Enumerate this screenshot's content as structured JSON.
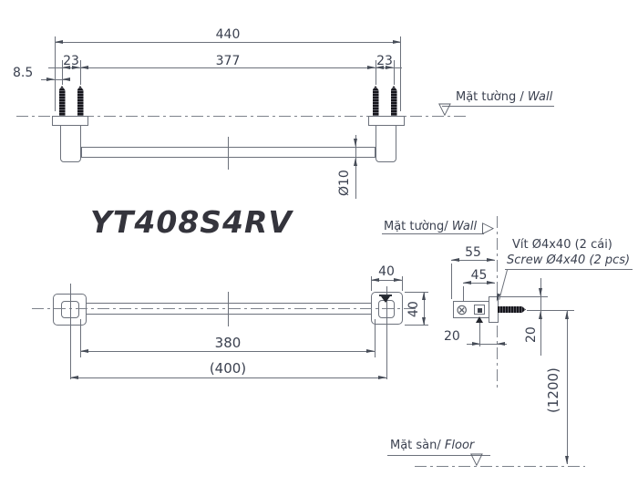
{
  "model": "YT408S4RV",
  "top_view": {
    "wall_label_vi": "Mặt tường / ",
    "wall_label_en": "Wall",
    "dim_overall": "440",
    "dim_left": "23",
    "dim_center": "377",
    "dim_right": "23",
    "dim_edge": "8.5",
    "dim_dia": "Ø10"
  },
  "front_view": {
    "dim_width": "40",
    "dim_height": "40",
    "dim_pitch": "380",
    "dim_overall": "(400)"
  },
  "side_view": {
    "wall_label_vi": "Mặt tường/ ",
    "wall_label_en": "Wall",
    "screw_label_vi": "Vít Ø4x40 (2 cái)",
    "screw_label_en": "Screw Ø4x40 (2 pcs)",
    "dim_depth": "55",
    "dim_hole_to_wall": "45",
    "dim_fix_offset": "20",
    "dim_axis_offset": "20",
    "dim_mount_height": "(1200)",
    "floor_label_vi": "Mặt sàn/ ",
    "floor_label_en": "Floor"
  },
  "symbols": {
    "datum_down": "▽",
    "datum_right": "▷",
    "hole": "⊗"
  },
  "colors": {
    "line": "#6c717b",
    "text": "#3b4150",
    "model_text": "#34343c",
    "screw": "#16161c",
    "background": "#ffffff"
  }
}
